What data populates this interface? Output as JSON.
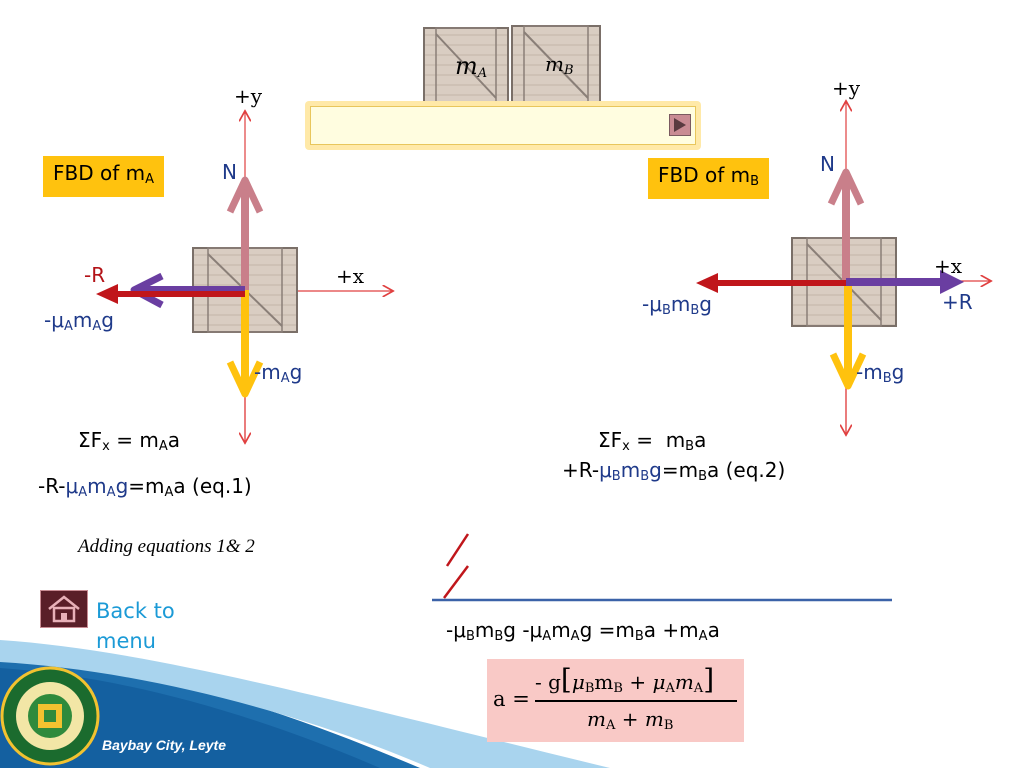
{
  "blocks": {
    "mass_a": {
      "symbol": "m",
      "sub": "A"
    },
    "mass_b": {
      "symbol": "m",
      "sub": "B"
    }
  },
  "slider": {
    "play_icon": "play-icon"
  },
  "left_fbd": {
    "title_main": "FBD of m",
    "title_sub": "A",
    "axis_y": "+y",
    "axis_x": "+x",
    "normal": "N",
    "reaction": "-R",
    "friction_main": "-μ",
    "friction_sub1": "A",
    "friction_mid": "m",
    "friction_sub2": "A",
    "friction_tail": "g",
    "weight_main": "-m",
    "weight_sub": "A",
    "weight_tail": "g",
    "sum_prefix": "ΣF",
    "sum_sub": "x",
    "sum_eq": " = ",
    "sum_rhs_main": "m",
    "sum_rhs_sub": "A",
    "sum_rhs_tail": "a",
    "eq1": {
      "a": "-R-",
      "b": "μ",
      "b_sub": "A",
      "c": "m",
      "c_sub": "A",
      "d": "g",
      "e": "=m",
      "e_sub": "A",
      "f": "a  (eq.1)"
    }
  },
  "right_fbd": {
    "title_main": "FBD of m",
    "title_sub": "B",
    "axis_y": "+y",
    "axis_x": "+x",
    "normal": "N",
    "reaction": "+R",
    "friction_main": "-μ",
    "friction_sub1": "B",
    "friction_mid": "m",
    "friction_sub2": "B",
    "friction_tail": "g",
    "weight_main": "-m",
    "weight_sub": "B",
    "weight_tail": "g",
    "sum_prefix": "ΣF",
    "sum_sub": "x",
    "sum_eq": " = ",
    "sum_rhs_main": "m",
    "sum_rhs_sub": "B",
    "sum_rhs_tail": "a",
    "eq2": {
      "a": "+R-",
      "b": "μ",
      "b_sub": "B",
      "c": "m",
      "c_sub": "B",
      "d": "g",
      "e": "=m",
      "e_sub": "B",
      "f": "a  (eq.2)"
    }
  },
  "adding_note": "Adding equations 1& 2",
  "sum_result": {
    "p1": "-μ",
    "p1_sub": "B",
    "p2": "m",
    "p2_sub": "B",
    "p3": "g -μ",
    "p3_sub": "A",
    "p4": "m",
    "p4_sub": "A",
    "p5": "g =m",
    "p5_sub": "B",
    "p6": "a +m",
    "p6_sub": "A",
    "p7": "a"
  },
  "formula": {
    "lhs": "a =",
    "num_prefix": "- g",
    "num_mu_b": "μ",
    "num_mu_b_sub": "B",
    "num_m_b": "m",
    "num_m_b_sub": "B",
    "plus": "+",
    "num_mu_a": "μ",
    "num_mu_a_sub": "A",
    "num_m_a": "m",
    "num_m_a_sub": "A",
    "den_a": "m",
    "den_a_sub": "A",
    "den_plus": "+",
    "den_b": "m",
    "den_b_sub": "B"
  },
  "nav": {
    "back_label_line1": "Back to",
    "back_label_line2": "menu",
    "home_icon": "home-icon"
  },
  "footer": {
    "city": "Baybay City, Leyte",
    "logo": "Visayas State University seal"
  },
  "colors": {
    "normal": "#c97f8a",
    "weight": "#ffc20e",
    "reaction_left": "#c0161b",
    "friction": "#6a3ea1",
    "accent": "#1b9ad6",
    "label_bg": "#ffc20e"
  }
}
